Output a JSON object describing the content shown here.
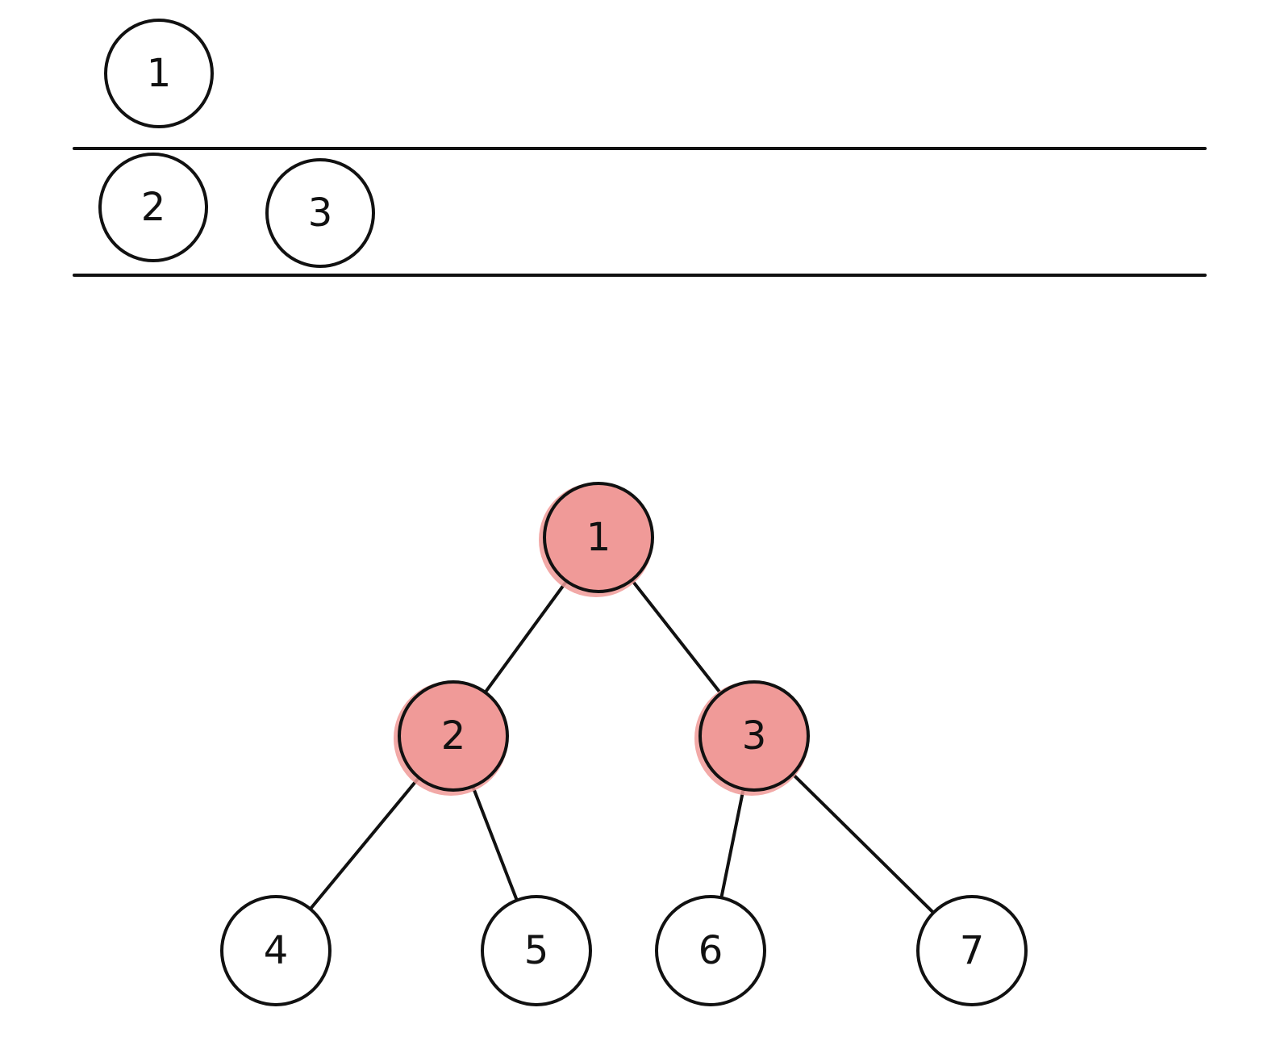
{
  "queue": {
    "rows": [
      {
        "items": [
          "1"
        ]
      },
      {
        "items": [
          "2",
          "3"
        ]
      }
    ]
  },
  "tree": {
    "nodes": [
      {
        "id": "n1",
        "label": "1",
        "highlighted": true
      },
      {
        "id": "n2",
        "label": "2",
        "highlighted": true
      },
      {
        "id": "n3",
        "label": "3",
        "highlighted": true
      },
      {
        "id": "n4",
        "label": "4",
        "highlighted": false
      },
      {
        "id": "n5",
        "label": "5",
        "highlighted": false
      },
      {
        "id": "n6",
        "label": "6",
        "highlighted": false
      },
      {
        "id": "n7",
        "label": "7",
        "highlighted": false
      }
    ],
    "edges": [
      {
        "from": "n1",
        "to": "n2"
      },
      {
        "from": "n1",
        "to": "n3"
      },
      {
        "from": "n2",
        "to": "n4"
      },
      {
        "from": "n2",
        "to": "n5"
      },
      {
        "from": "n3",
        "to": "n6"
      },
      {
        "from": "n3",
        "to": "n7"
      }
    ]
  },
  "colors": {
    "highlight_fill": "#f09a98",
    "normal_fill": "#ffffff",
    "stroke": "#111111"
  }
}
